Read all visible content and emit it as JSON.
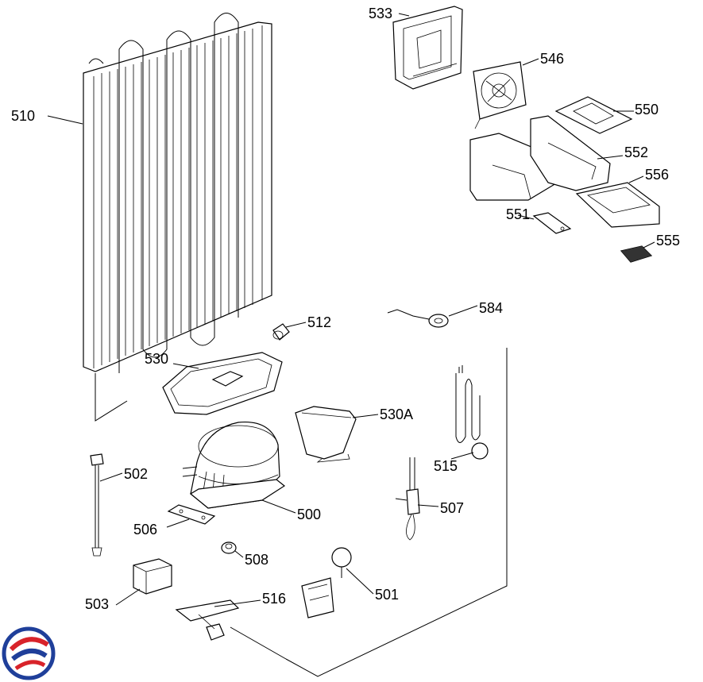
{
  "labels": {
    "p510": "510",
    "p533": "533",
    "p546": "546",
    "p550": "550",
    "p552": "552",
    "p556": "556",
    "p551": "551",
    "p555": "555",
    "p584": "584",
    "p512": "512",
    "p530": "530",
    "p530a": "530A",
    "p515": "515",
    "p502": "502",
    "p500": "500",
    "p507": "507",
    "p506": "506",
    "p508": "508",
    "p501": "501",
    "p503": "503",
    "p516": "516"
  },
  "colors": {
    "line": "#000000",
    "background": "#ffffff",
    "logo_blue": "#1f3f9a",
    "logo_red": "#d8232a"
  }
}
